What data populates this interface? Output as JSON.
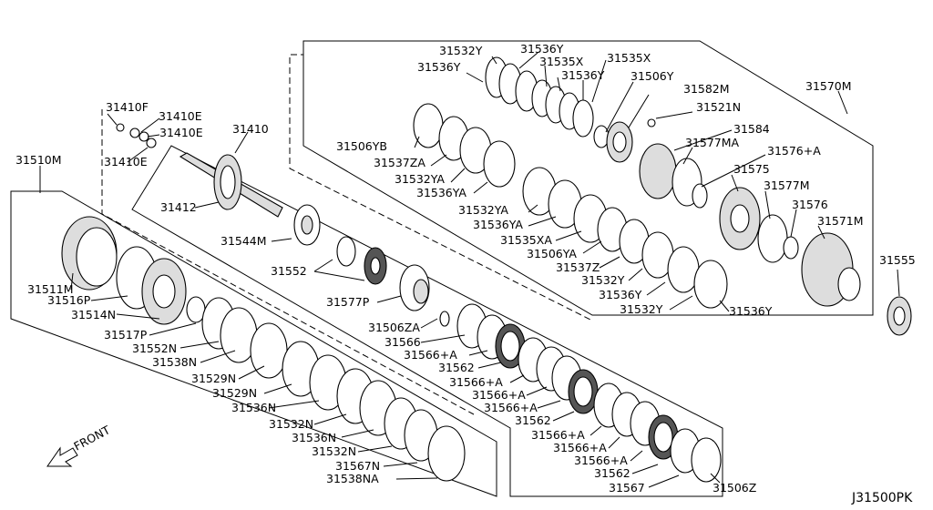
{
  "diagram_code": "J31500PK",
  "front_label": "FRONT",
  "labels": [
    {
      "id": "l1",
      "text": "31532Y"
    },
    {
      "id": "l2",
      "text": "31536Y"
    },
    {
      "id": "l3",
      "text": "31536Y"
    },
    {
      "id": "l4",
      "text": "31535X"
    },
    {
      "id": "l5",
      "text": "31535X"
    },
    {
      "id": "l6",
      "text": "31536Y"
    },
    {
      "id": "l7",
      "text": "31506Y"
    },
    {
      "id": "l8",
      "text": "31582M"
    },
    {
      "id": "l9",
      "text": "31570M"
    },
    {
      "id": "l10",
      "text": "31521N"
    },
    {
      "id": "l11",
      "text": "31584"
    },
    {
      "id": "l12",
      "text": "31577MA"
    },
    {
      "id": "l13",
      "text": "31576+A"
    },
    {
      "id": "l14",
      "text": "31575"
    },
    {
      "id": "l15",
      "text": "31577M"
    },
    {
      "id": "l16",
      "text": "31576"
    },
    {
      "id": "l17",
      "text": "31571M"
    },
    {
      "id": "l18",
      "text": "31555"
    },
    {
      "id": "l19",
      "text": "31506YB"
    },
    {
      "id": "l20",
      "text": "31537ZA"
    },
    {
      "id": "l21",
      "text": "31532YA"
    },
    {
      "id": "l22",
      "text": "31536YA"
    },
    {
      "id": "l23",
      "text": "31532YA"
    },
    {
      "id": "l24",
      "text": "31536YA"
    },
    {
      "id": "l25",
      "text": "31535XA"
    },
    {
      "id": "l26",
      "text": "31506YA"
    },
    {
      "id": "l27",
      "text": "31537Z"
    },
    {
      "id": "l28",
      "text": "31532Y"
    },
    {
      "id": "l29",
      "text": "31536Y"
    },
    {
      "id": "l30",
      "text": "31532Y"
    },
    {
      "id": "l31",
      "text": "31536Y"
    },
    {
      "id": "l32",
      "text": "31410F"
    },
    {
      "id": "l33",
      "text": "31410E"
    },
    {
      "id": "l34",
      "text": "31410E"
    },
    {
      "id": "l35",
      "text": "31410E"
    },
    {
      "id": "l36",
      "text": "31410"
    },
    {
      "id": "l37",
      "text": "31510M"
    },
    {
      "id": "l38",
      "text": "31412"
    },
    {
      "id": "l39",
      "text": "31544M"
    },
    {
      "id": "l40",
      "text": "31552"
    },
    {
      "id": "l41",
      "text": "31577P"
    },
    {
      "id": "l42",
      "text": "31511M"
    },
    {
      "id": "l43",
      "text": "31516P"
    },
    {
      "id": "l44",
      "text": "31514N"
    },
    {
      "id": "l45",
      "text": "31517P"
    },
    {
      "id": "l46",
      "text": "31552N"
    },
    {
      "id": "l47",
      "text": "31538N"
    },
    {
      "id": "l48",
      "text": "31529N"
    },
    {
      "id": "l49",
      "text": "31529N"
    },
    {
      "id": "l50",
      "text": "31536N"
    },
    {
      "id": "l51",
      "text": "31532N"
    },
    {
      "id": "l52",
      "text": "31536N"
    },
    {
      "id": "l53",
      "text": "31532N"
    },
    {
      "id": "l54",
      "text": "31567N"
    },
    {
      "id": "l55",
      "text": "31538NA"
    },
    {
      "id": "l56",
      "text": "31506ZA"
    },
    {
      "id": "l57",
      "text": "31566"
    },
    {
      "id": "l58",
      "text": "31566+A"
    },
    {
      "id": "l59",
      "text": "31562"
    },
    {
      "id": "l60",
      "text": "31566+A"
    },
    {
      "id": "l61",
      "text": "31566+A"
    },
    {
      "id": "l62",
      "text": "31566+A"
    },
    {
      "id": "l63",
      "text": "31562"
    },
    {
      "id": "l64",
      "text": "31566+A"
    },
    {
      "id": "l65",
      "text": "31566+A"
    },
    {
      "id": "l66",
      "text": "31566+A"
    },
    {
      "id": "l67",
      "text": "31562"
    },
    {
      "id": "l68",
      "text": "31567"
    },
    {
      "id": "l69",
      "text": "31506Z"
    }
  ]
}
